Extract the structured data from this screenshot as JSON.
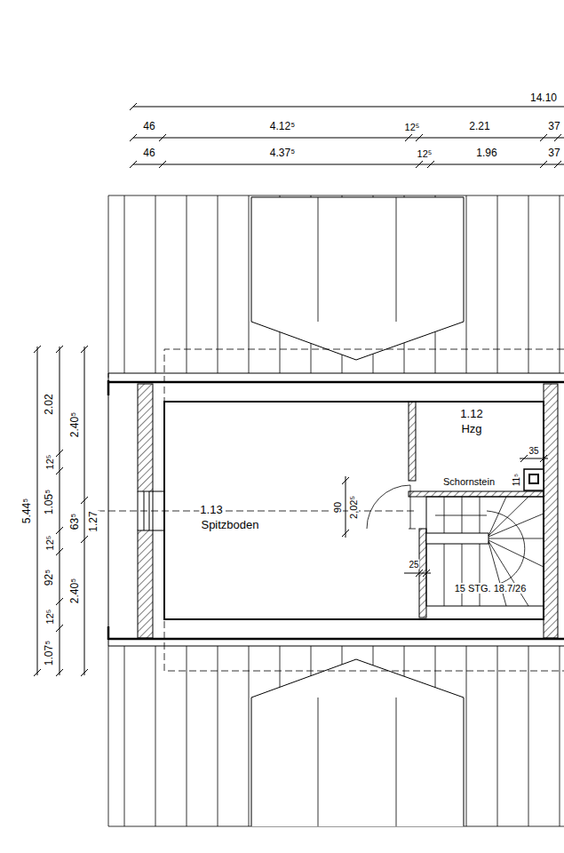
{
  "diagram": {
    "nodes": [
      {
        "text": [
          "1.13",
          "Spitzboden"
        ]
      },
      {
        "text": [
          "1.12",
          "Hzg"
        ]
      }
    ],
    "labels": [
      "14.10",
      "46",
      "4.12⁵",
      "12⁵",
      "2.21",
      "37",
      "46",
      "4.37⁵",
      "12⁵",
      "1.96",
      "37",
      "5.44⁵",
      "2.02",
      "12⁵",
      "1.05⁵",
      "12⁵",
      "92⁵",
      "12⁵",
      "1.07⁵",
      "2.40⁵",
      "63⁵",
      "1.27",
      "2.40⁵",
      "35",
      "11⁵",
      "Schornstein",
      "90",
      "2,02⁵",
      "25",
      "15 STG. 18.7/26"
    ]
  }
}
